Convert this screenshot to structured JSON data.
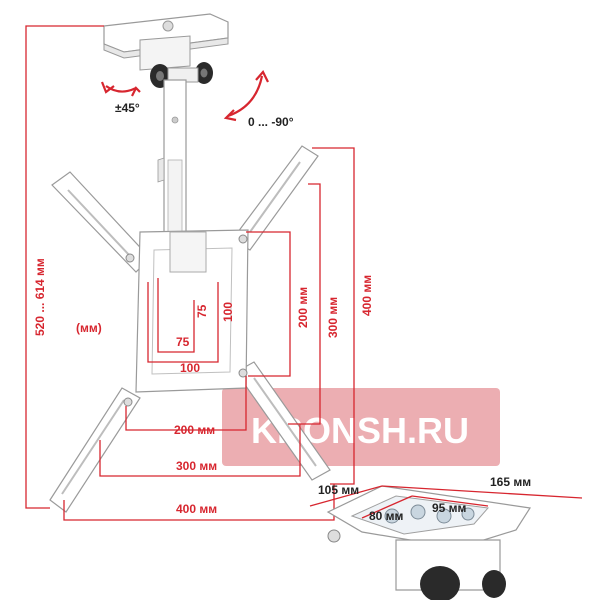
{
  "colors": {
    "dimension": "#d7262f",
    "mount": "#ffffff",
    "outline": "#9a9a9a",
    "watermark": "#e9a0a4",
    "knob": "#2a2a2a"
  },
  "labels": {
    "rotation": "±45°",
    "tilt": "0 ... -90°",
    "height": "520 ... 614 мм",
    "units": "(мм)",
    "vesa_75_h": "75",
    "vesa_75_v": "75",
    "vesa_100_h": "100",
    "vesa_100_v": "100",
    "v200": "200 мм",
    "v300": "300 мм",
    "v400": "400 мм",
    "h200": "200 мм",
    "h300": "300 мм",
    "h400": "400 мм",
    "base_105": "105 мм",
    "base_165": "165 мм",
    "base_80": "80 мм",
    "base_95": "95 мм"
  },
  "watermark": "KRONSH.RU",
  "icons": [
    "rotate-arrows-icon",
    "tilt-arrow-icon"
  ]
}
